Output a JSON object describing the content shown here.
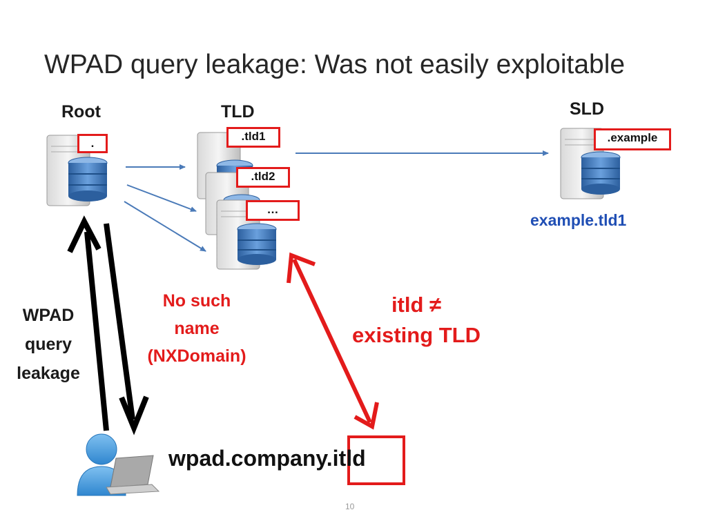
{
  "title": "WPAD query leakage: Was not easily exploitable",
  "labels": {
    "root": "Root",
    "tld": "TLD",
    "sld": "SLD"
  },
  "boxes": {
    "root": ".",
    "tld1": ".tld1",
    "tld2": ".tld2",
    "tld3": "…",
    "sld": ".example"
  },
  "sld_domain": "example.tld1",
  "nxdomain": [
    "No such",
    "name",
    "(NXDomain)"
  ],
  "itld_note": [
    "itld ≠",
    "existing TLD"
  ],
  "leakage": [
    "WPAD",
    "query",
    "leakage"
  ],
  "query": {
    "prefix": "wpad.company",
    "suffix": ".itld"
  },
  "page_number": "10",
  "colors": {
    "accent_red": "#e31b1b",
    "accent_blue": "#1f4eb4",
    "arrow_blue": "#4a7ab8"
  }
}
